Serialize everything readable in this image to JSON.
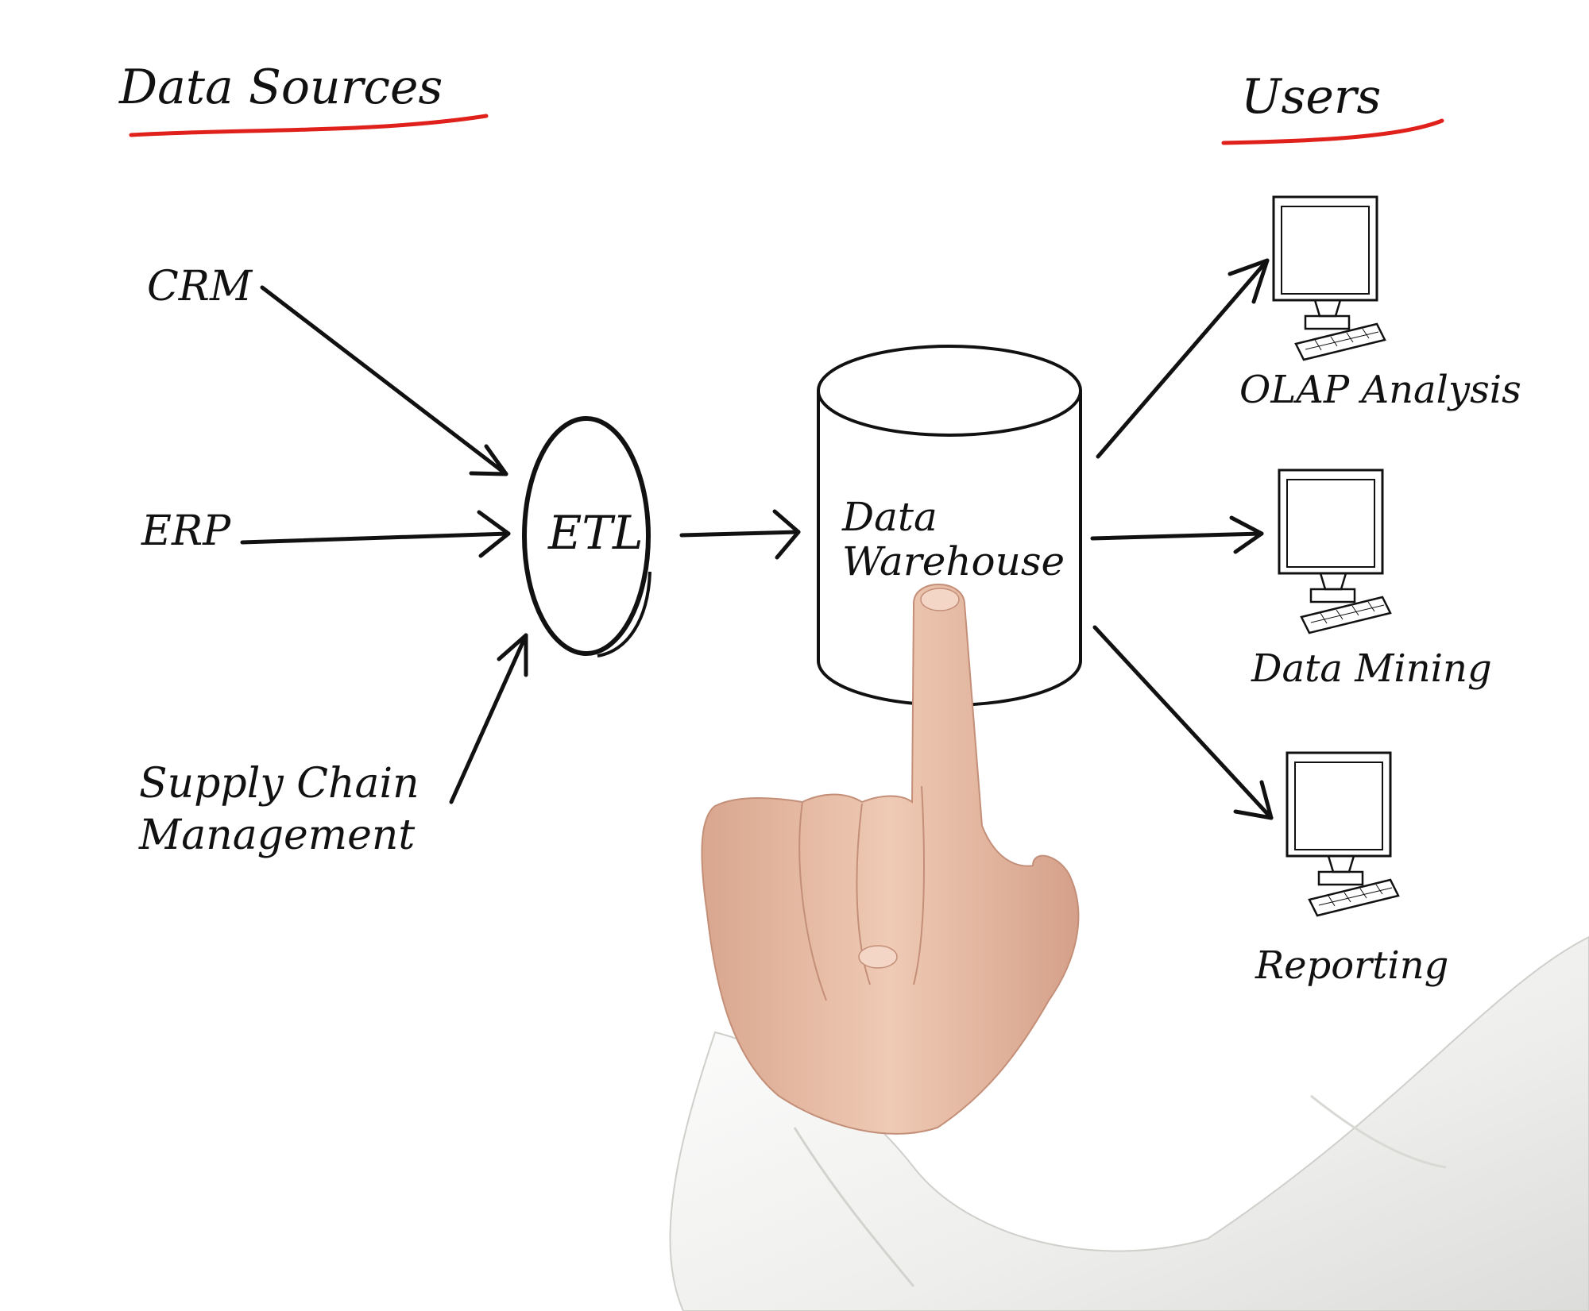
{
  "headers": {
    "data_sources": "Data Sources",
    "users": "Users"
  },
  "sources": [
    {
      "id": "crm",
      "label": "CRM"
    },
    {
      "id": "erp",
      "label": "ERP"
    },
    {
      "id": "scm",
      "label_line1": "Supply Chain",
      "label_line2": "Management"
    }
  ],
  "etl": {
    "label": "ETL"
  },
  "warehouse": {
    "label_line1": "Data",
    "label_line2": "Warehouse"
  },
  "users": [
    {
      "id": "olap",
      "label": "OLAP Analysis",
      "icon": "computer-icon"
    },
    {
      "id": "mining",
      "label": "Data Mining",
      "icon": "computer-icon"
    },
    {
      "id": "reporting",
      "label": "Reporting",
      "icon": "computer-icon"
    }
  ],
  "colors": {
    "ink": "#111111",
    "underline": "#e0201b",
    "skin": "#e9bea6",
    "sleeve": "#f3f3f1"
  }
}
